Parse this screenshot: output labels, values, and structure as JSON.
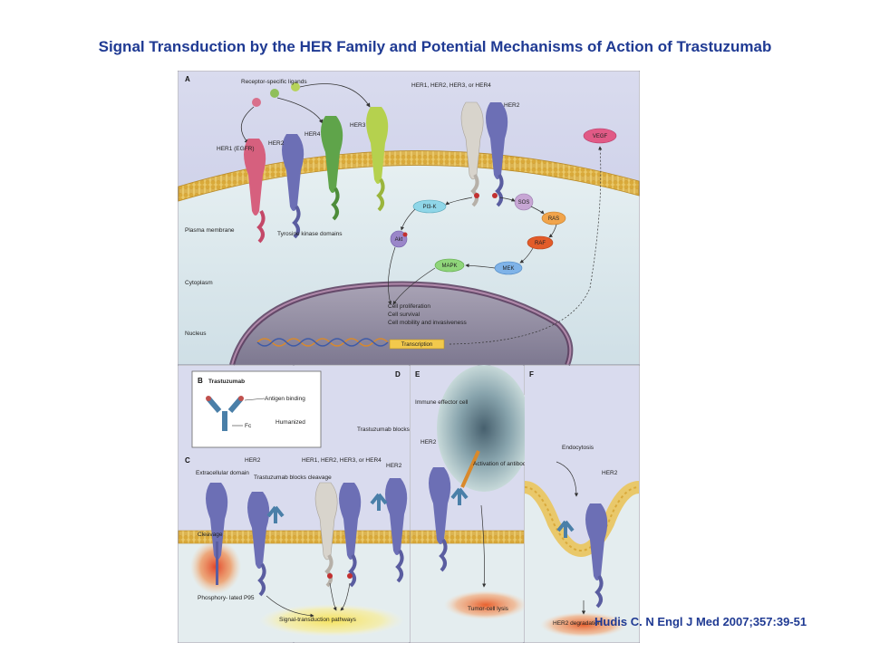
{
  "slide": {
    "title": "Signal Transduction by the HER Family and Potential Mechanisms of Action of Trastuzumab",
    "citation": "Hudis C. N Engl J Med 2007;357:39-51"
  },
  "panel_a": {
    "letter": "A",
    "ligands_label": "Receptor-specific ligands",
    "receptors": [
      "HER1 (EGFR)",
      "HER2",
      "HER4",
      "HER3"
    ],
    "dimer_label": "HER1, HER2, HER3, or HER4",
    "dimer_partner": "HER2",
    "tk_label": "Tyrosine kinase domains",
    "plasma_membrane": "Plasma membrane",
    "cytoplasm": "Cytoplasm",
    "nucleus": "Nucleus",
    "nodes": {
      "pi3k": "PI3-K",
      "akt": "Akt",
      "sos": "SOS",
      "ras": "RAS",
      "raf": "RAF",
      "mek": "MEK",
      "mapk": "MAPK",
      "vegf": "VEGF"
    },
    "outcomes": [
      "Cell proliferation",
      "Cell survival",
      "Cell mobility and invasiveness"
    ],
    "transcription": "Transcription"
  },
  "panel_b": {
    "letter": "B",
    "title": "Trastuzumab",
    "antigen_binding": "Antigen binding",
    "fc": "Fc",
    "humanized": "Humanized"
  },
  "panel_c": {
    "letter": "C",
    "extracellular": "Extracellular domain",
    "her2": "HER2",
    "blocks_cleavage": "Trastuzumab blocks cleavage",
    "cleavage": "Cleavage",
    "p95": "Phosphory- lated P95",
    "pathways": "Signal-transduction pathways"
  },
  "panel_d": {
    "letter": "D",
    "blocks_dimer": "Trastuzumab blocks dimerization",
    "her_any": "HER1, HER2, HER3, or HER4",
    "her2": "HER2"
  },
  "panel_e": {
    "letter": "E",
    "immune_cell": "Immune effector cell",
    "her2": "HER2",
    "adcc": "Activation of antibody- dependent cell-mediated cytotoxicity",
    "lysis": "Tumor-cell lysis"
  },
  "panel_f": {
    "letter": "F",
    "endocytosis": "Endocytosis",
    "her2": "HER2",
    "degradation": "HER2 degradation"
  }
}
